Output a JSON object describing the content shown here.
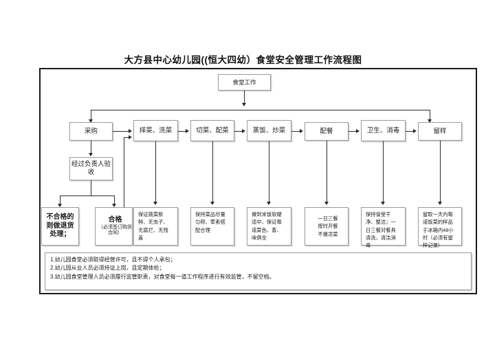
{
  "title": "大方县中心幼儿园((恒大四幼）食堂安全管理工作流程图",
  "chart_data": {
    "type": "diagram",
    "title": "大方县中心幼儿园((恒大四幼）食堂安全管理工作流程图"
  },
  "nodes": {
    "root": "食堂工作",
    "process": [
      "采购",
      "择菜、洗菜",
      "切菜、配菜",
      "蒸饭、炒菜",
      "配餐",
      "卫生、消毒",
      "留样"
    ],
    "inspection": "经过负责人验收",
    "reject": "不合格的则做退货处理；",
    "accept_main": "合格",
    "accept_sub": "（必须签订购货合同）"
  },
  "descriptions": [
    "保证蔬菜新鲜、无虫子、无腐烂、无残盖",
    "保持菜品尽量匀称、荤素搭配合理",
    "做到米饭软硬适中、保证每道菜色、香、味俱全",
    "一日三餐\n按时开餐\n不做凉菜",
    "保持食堂干净、整洁；一日三餐对餐具清洗、清洁消毒",
    "留取一天内每道饭菜的样品于冰箱内48小时（必须有留样记录）"
  ],
  "desc_meal": {
    "l1": "一日三餐",
    "l2": "按时开餐",
    "l3": "不做凉菜"
  },
  "notes": [
    "1.幼儿园食堂必须取得经营许可，且不得个人承包；",
    "2.幼儿园从业人员必须持证上岗，且定期体检；",
    "3.幼儿园食堂管理人员必须履行监管职责，对食堂每一道工作程序进行有效监管，不留空档。"
  ],
  "colors": {
    "frame": "#1a1a1a",
    "box_border": "#9a9a9a",
    "line": "#2a2a2a",
    "text": "#1b1b1b",
    "background": "#ffffff"
  }
}
